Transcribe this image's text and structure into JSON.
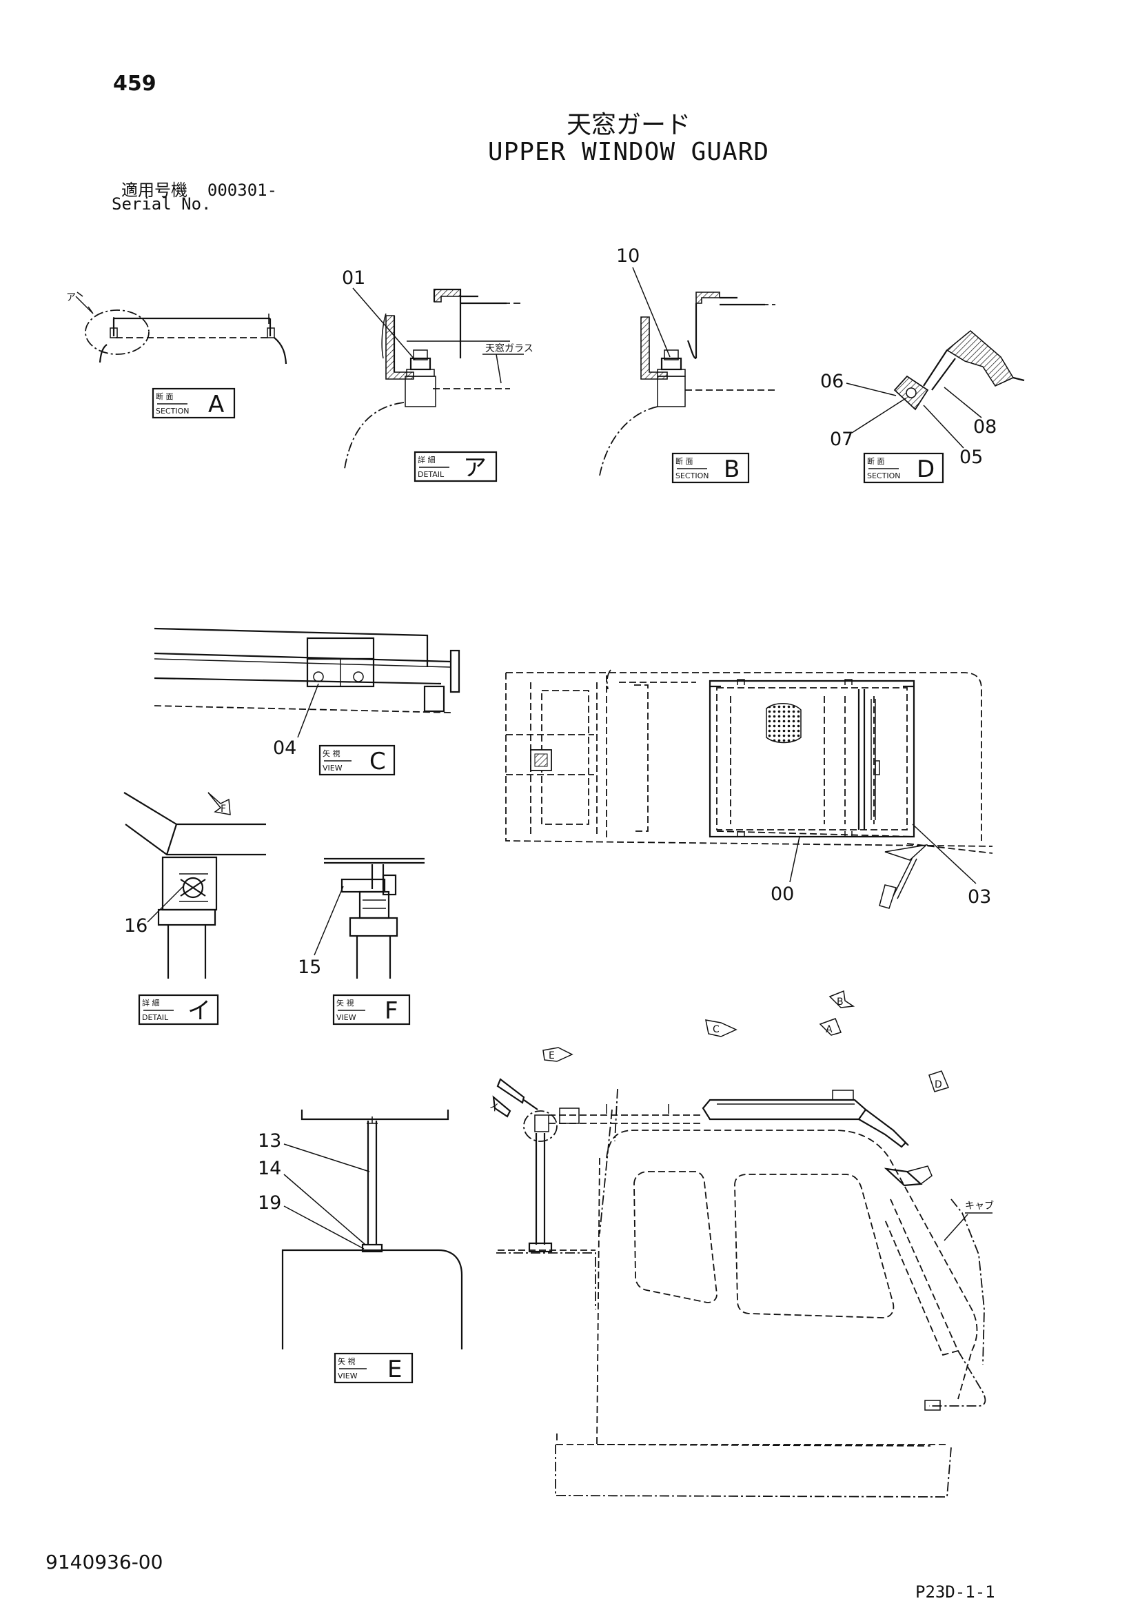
{
  "header": {
    "page_number": "459",
    "title_jp": "天窓ガード",
    "title_en": "UPPER WINDOW GUARD",
    "serial_label_jp": "適用号機",
    "serial_value": "000301-",
    "serial_label_en": "Serial No."
  },
  "footer": {
    "document_number": "9140936-00",
    "page_reference": "P23D-1-1"
  },
  "view_tags": [
    {
      "id": "section-a",
      "small_top": "断 面",
      "small_bottom": "SECTION",
      "letter": "A"
    },
    {
      "id": "detail-a",
      "small_top": "詳 細",
      "small_bottom": "DETAIL",
      "letter": "ア"
    },
    {
      "id": "section-b",
      "small_top": "断 面",
      "small_bottom": "SECTION",
      "letter": "B"
    },
    {
      "id": "section-d",
      "small_top": "断 面",
      "small_bottom": "SECTION",
      "letter": "D"
    },
    {
      "id": "view-c",
      "small_top": "矢 視",
      "small_bottom": "VIEW",
      "letter": "C"
    },
    {
      "id": "detail-i",
      "small_top": "詳 細",
      "small_bottom": "DETAIL",
      "letter": "イ"
    },
    {
      "id": "view-f",
      "small_top": "矢 視",
      "small_bottom": "VIEW",
      "letter": "F"
    },
    {
      "id": "view-e",
      "small_top": "矢 視",
      "small_bottom": "VIEW",
      "letter": "E"
    }
  ],
  "callouts": [
    "01",
    "10",
    "06",
    "07",
    "08",
    "05",
    "04",
    "00",
    "03",
    "16",
    "15",
    "13",
    "14",
    "19"
  ],
  "annotations": {
    "detail_a_marker": "ア",
    "detail_i_marker": "イ",
    "skylight_glass": "天窓ガラス",
    "cab": "キャブ",
    "view_arrows": [
      "F",
      "B",
      "C",
      "A",
      "E",
      "D"
    ]
  }
}
